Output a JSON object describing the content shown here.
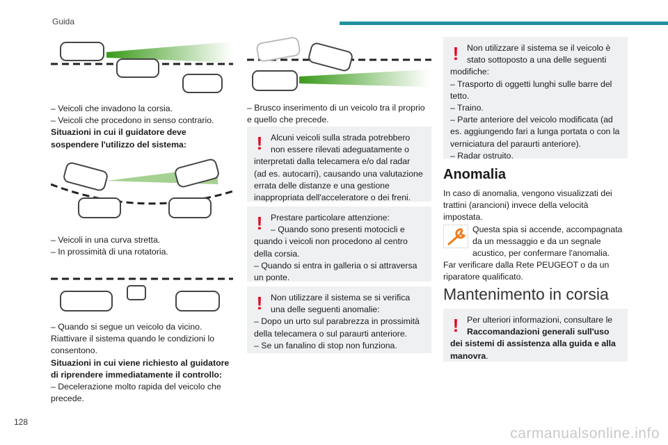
{
  "header": {
    "section": "Guida",
    "page_number": "128",
    "watermark": "carmanualsonline.info"
  },
  "col1": {
    "list1": [
      "– Veicoli che invadono la corsia.",
      "– Veicoli che procedono in senso contrario."
    ],
    "bold1": "Situazioni in cui il guidatore deve sospendere l'utilizzo del sistema:",
    "list2": [
      "– Veicoli in una curva stretta.",
      "– In prossimità di una rotatoria."
    ],
    "list3": [
      "– Quando si segue un veicolo da vicino."
    ],
    "para1": "Riattivare il sistema quando le condizioni lo consentono.",
    "bold2": "Situazioni in cui viene richiesto al guidatore di riprendere immediatamente il controllo:",
    "list4": [
      "– Decelerazione molto rapida del veicolo che precede."
    ]
  },
  "col2": {
    "list1": "– Brusco inserimento di un veicolo tra il proprio e quello che precede.",
    "warn1": "Alcuni veicoli sulla strada potrebbero non essere rilevati adeguatamente o interpretati dalla telecamera e/o dal radar (ad es. autocarri), causando una valutazione errata delle distanze e una gestione inappropriata dell'acceleratore o dei freni.",
    "warn2": [
      "Prestare particolare attenzione:",
      "– Quando sono presenti motocicli e quando i veicoli non procedono al centro della corsia.",
      "– Quando si entra in galleria o si attraversa un ponte."
    ],
    "warn3": [
      "Non utilizzare il sistema se si verifica una delle seguenti anomalie:",
      "– Dopo un urto sul parabrezza in prossimità della telecamera o sul paraurti anteriore.",
      "– Se un fanalino di stop non funziona."
    ]
  },
  "col3": {
    "warn1": [
      "Non utilizzare il sistema se il veicolo è stato sottoposto a una delle seguenti modifiche:",
      "– Trasporto di oggetti lunghi sulle barre del tetto.",
      "– Traino.",
      "– Parte anteriore del veicolo modificata (ad es. aggiungendo fari a lunga portata o con la verniciatura del paraurti anteriore).",
      "– Radar ostruito."
    ],
    "anomalia_title": "Anomalia",
    "anomalia_text": "In caso di anomalia, vengono visualizzati dei trattini (arancioni) invece della velocità impostata.",
    "spia_text": "Questa spia si accende, accompagnata da un messaggio e da un segnale acustico, per confermare l'anomalia.",
    "far_text": "Far verificare dalla Rete PEUGEOT o da un riparatore qualificato.",
    "mant_title": "Mantenimento in corsia",
    "warn2_pre": "Per ulteriori informazioni, consultare le ",
    "warn2_bold": "Raccomandazioni generali sull'uso dei sistemi di assistenza alla guida e alla manovra",
    "warn2_post": "."
  },
  "colors": {
    "accent": "#1f8fa0",
    "warning": "#e2001a",
    "box": "#eef0f2",
    "icon": "#f07d1a"
  }
}
